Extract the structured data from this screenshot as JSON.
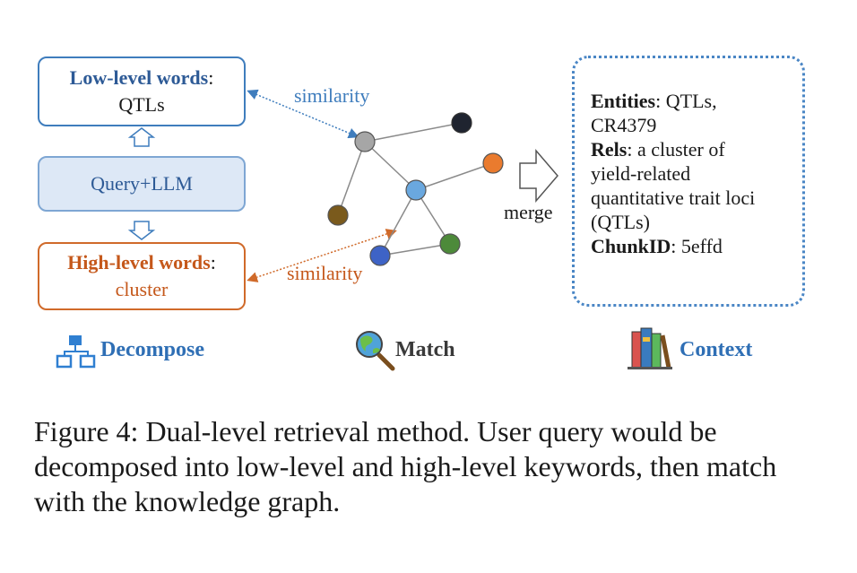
{
  "low_level": {
    "label": "Low-level words",
    "colon": ":",
    "value": "QTLs"
  },
  "query": {
    "label": "Query+LLM"
  },
  "high_level": {
    "label": "High-level words",
    "colon": ":",
    "value": "cluster"
  },
  "similarity_top": "similarity",
  "similarity_bottom": "similarity",
  "merge": "merge",
  "context": {
    "entities_label": "Entities",
    "entities_value": ": QTLs,",
    "entities_value2": "CR4379",
    "rels_label": "Rels",
    "rels_value": ": a cluster of",
    "rels_value2": "yield-related",
    "rels_value3": "quantitative trait loci",
    "rels_value4": "(QTLs)",
    "chunk_label": "ChunkID",
    "chunk_value": ": 5effd"
  },
  "sections": {
    "decompose": "Decompose",
    "match": "Match",
    "context": "Context"
  },
  "caption": "Figure 4: Dual-level retrieval method. User query would be decomposed into low-level and high-level keywords, then match with the knowledge graph.",
  "colors": {
    "blue": "#3f7dbd",
    "orange": "#d06a2a",
    "gray_node": "#a6a6a6",
    "dark_node": "#1f2430",
    "orange_node": "#ea7b2e",
    "blue_node": "#6aa8df",
    "brown_node": "#7a5a1c",
    "navy_node": "#3e63c6",
    "green_node": "#4d8a3a"
  }
}
